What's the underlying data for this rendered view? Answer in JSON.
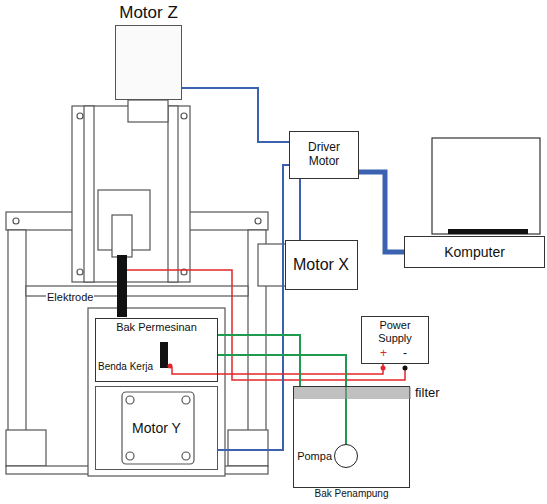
{
  "diagram": {
    "nodes": [
      {
        "text": [
          "Motor Z"
        ]
      },
      {
        "text": [
          "Driver Motor"
        ]
      },
      {
        "text": [
          "Komputer"
        ]
      },
      {
        "text": [
          "Motor X"
        ]
      },
      {
        "text": [
          "Bak Permesinan"
        ]
      },
      {
        "text": [
          "Motor Y"
        ]
      },
      {
        "text": [
          "Power Supply"
        ]
      },
      {
        "text": [
          "Bak Penampung"
        ]
      },
      {
        "text": [
          "filter"
        ],
        "in": 7
      },
      {
        "text": [
          "Pompa"
        ],
        "in": 7
      }
    ],
    "edges": [
      {
        "from": 0,
        "to": 1,
        "arrow": "none"
      },
      {
        "from": 1,
        "to": 2,
        "arrow": "none"
      },
      {
        "from": 1,
        "to": 3,
        "arrow": "none"
      },
      {
        "from": 1,
        "to": 5,
        "arrow": "none"
      },
      {
        "from": 6,
        "to": 4,
        "arrow": "none"
      },
      {
        "from": 9,
        "to": 4,
        "arrow": "none"
      },
      {
        "from": 4,
        "to": 8,
        "arrow": "none"
      }
    ],
    "labels": [
      "Elektrode",
      "Benda Kerja",
      "+",
      "-"
    ]
  }
}
